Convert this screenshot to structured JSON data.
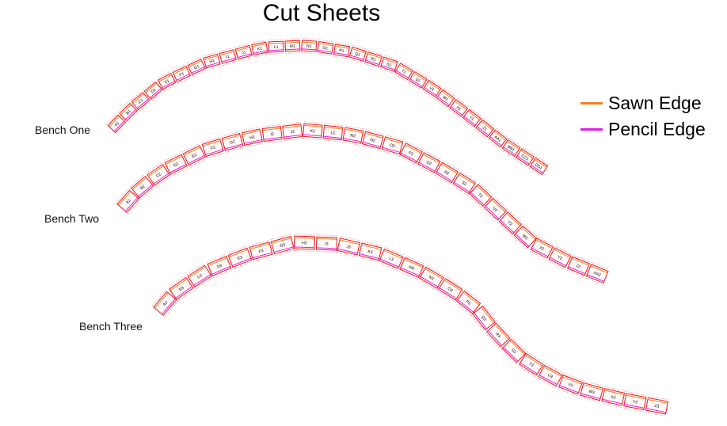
{
  "title": "Cut Sheets",
  "colors": {
    "sawn": "#f08020",
    "pencil": "#e020e0",
    "block": "#e8141e",
    "dims": "#f2707a"
  },
  "legend": [
    {
      "label": "Sawn Edge",
      "color": "#f08020"
    },
    {
      "label": "Pencil Edge",
      "color": "#e020e0"
    }
  ],
  "benches": [
    {
      "name": "Bench One",
      "segments": [
        "A1",
        "B1",
        "C1",
        "D1",
        "E1",
        "F1",
        "G1",
        "H1",
        "I1",
        "J1",
        "K1",
        "L1",
        "M1",
        "N1",
        "O1",
        "P1",
        "Q1",
        "R1",
        "S1",
        "T1",
        "U1",
        "V1",
        "W1",
        "X1",
        "Y1",
        "Z1",
        "AA1",
        "BB1",
        "CC1",
        "DD1"
      ]
    },
    {
      "name": "Bench Two",
      "segments": [
        "A2",
        "B2",
        "C2",
        "D2",
        "E2",
        "F2",
        "G2",
        "H2",
        "I2",
        "J2",
        "K2",
        "L2",
        "M2",
        "N2",
        "O2",
        "P2",
        "Q2",
        "R2",
        "S2",
        "T2",
        "U2",
        "V2",
        "W2",
        "X2",
        "Y2",
        "Z2",
        "AA2"
      ]
    },
    {
      "name": "Bench Three",
      "segments": [
        "A3",
        "B3",
        "C3",
        "D3",
        "E3",
        "F3",
        "G3",
        "H3",
        "I3",
        "J3",
        "K3",
        "L3",
        "M3",
        "N3",
        "O3",
        "P3",
        "Q3",
        "R3",
        "S3",
        "T3",
        "U3",
        "V3",
        "W3",
        "X3",
        "Y3",
        "Z3"
      ]
    }
  ]
}
